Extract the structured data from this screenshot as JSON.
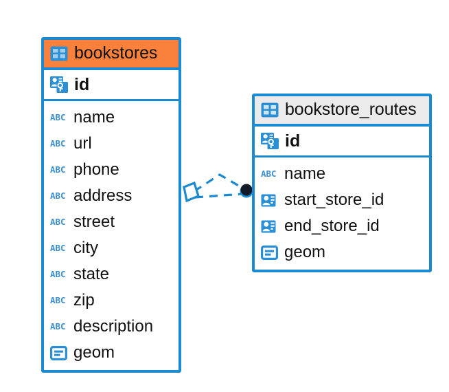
{
  "diagram": {
    "kind": "entity-relationship-diagram",
    "background_color": "#ffffff",
    "accent_color": "#1b8ad0",
    "entities": [
      {
        "name": "bookstores",
        "header_color": "#fa813c",
        "header_icon": "table-icon",
        "primary_key": {
          "label": "id",
          "icon": "primary-key-icon"
        },
        "fields": [
          {
            "label": "name",
            "icon": "text-abc-icon"
          },
          {
            "label": "url",
            "icon": "text-abc-icon"
          },
          {
            "label": "phone",
            "icon": "text-abc-icon"
          },
          {
            "label": "address",
            "icon": "text-abc-icon"
          },
          {
            "label": "street",
            "icon": "text-abc-icon"
          },
          {
            "label": "city",
            "icon": "text-abc-icon"
          },
          {
            "label": "state",
            "icon": "text-abc-icon"
          },
          {
            "label": "zip",
            "icon": "text-abc-icon"
          },
          {
            "label": "description",
            "icon": "text-abc-icon"
          },
          {
            "label": "geom",
            "icon": "geometry-icon"
          }
        ]
      },
      {
        "name": "bookstore_routes",
        "header_color": "#ebebeb",
        "header_icon": "table-icon",
        "primary_key": {
          "label": "id",
          "icon": "primary-key-icon"
        },
        "fields": [
          {
            "label": "name",
            "icon": "text-abc-icon"
          },
          {
            "label": "start_store_id",
            "icon": "foreign-key-icon"
          },
          {
            "label": "end_store_id",
            "icon": "foreign-key-icon"
          },
          {
            "label": "geom",
            "icon": "geometry-icon"
          }
        ]
      }
    ],
    "relationship": {
      "from_entity": "bookstores",
      "to_entity": "bookstore_routes",
      "line_style": "dashed",
      "line_color": "#1b8ad0",
      "source_marker": "diamond-marker",
      "target_marker": "filled-circle-marker",
      "target_marker_color": "#111a26"
    }
  }
}
